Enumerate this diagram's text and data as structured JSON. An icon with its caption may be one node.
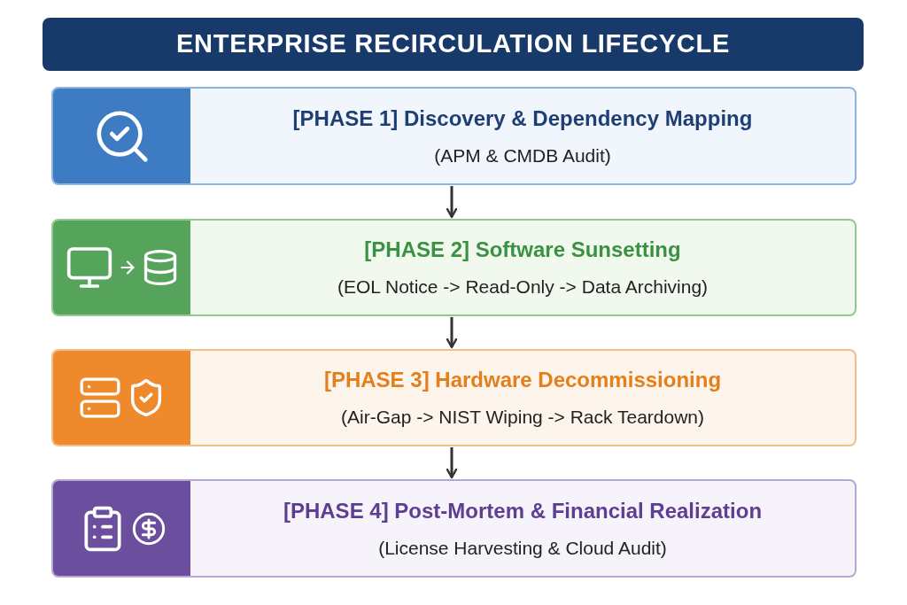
{
  "diagram": {
    "title": "ENTERPRISE RECIRCULATION LIFECYCLE",
    "nodes": [
      {
        "text": [
          "[PHASE 1] Discovery & Dependency Mapping",
          "(APM & CMDB Audit)"
        ]
      },
      {
        "text": [
          "[PHASE 2] Software Sunsetting",
          "(EOL Notice -> Read-Only -> Data Archiving)"
        ]
      },
      {
        "text": [
          "[PHASE 3] Hardware Decommissioning",
          "(Air-Gap -> NIST Wiping -> Rack Teardown)"
        ]
      },
      {
        "text": [
          "[PHASE 4] Post-Mortem & Financial Realization",
          "(License Harvesting & Cloud Audit)"
        ]
      }
    ],
    "edges": [
      {
        "from": 0,
        "to": 1,
        "arrow": "to"
      },
      {
        "from": 1,
        "to": 2,
        "arrow": "to"
      },
      {
        "from": 2,
        "to": 3,
        "arrow": "to"
      }
    ]
  }
}
